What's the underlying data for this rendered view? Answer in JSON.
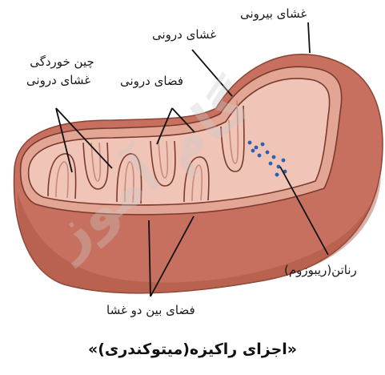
{
  "labels": {
    "outer_membrane": "غشای بیرونی",
    "inner_membrane": "غشای درونی",
    "cristae": [
      "چین خوردگی",
      "غشای درونی"
    ],
    "matrix": "فضای درونی",
    "ribosome": "رناتن(ریبوزوم)",
    "intermembrane_space": "فضای بین دو غشا"
  },
  "caption": "«اجزای راکیزه(میتوکندری)»",
  "watermark": "گام آموز",
  "colors": {
    "outer": "#c8705f",
    "outer_dark": "#a9533f",
    "inner_band": "#e3a694",
    "matrix": "#f0c4b6",
    "line": "#7a3a2c",
    "ribosome": "#2e5fb0"
  }
}
